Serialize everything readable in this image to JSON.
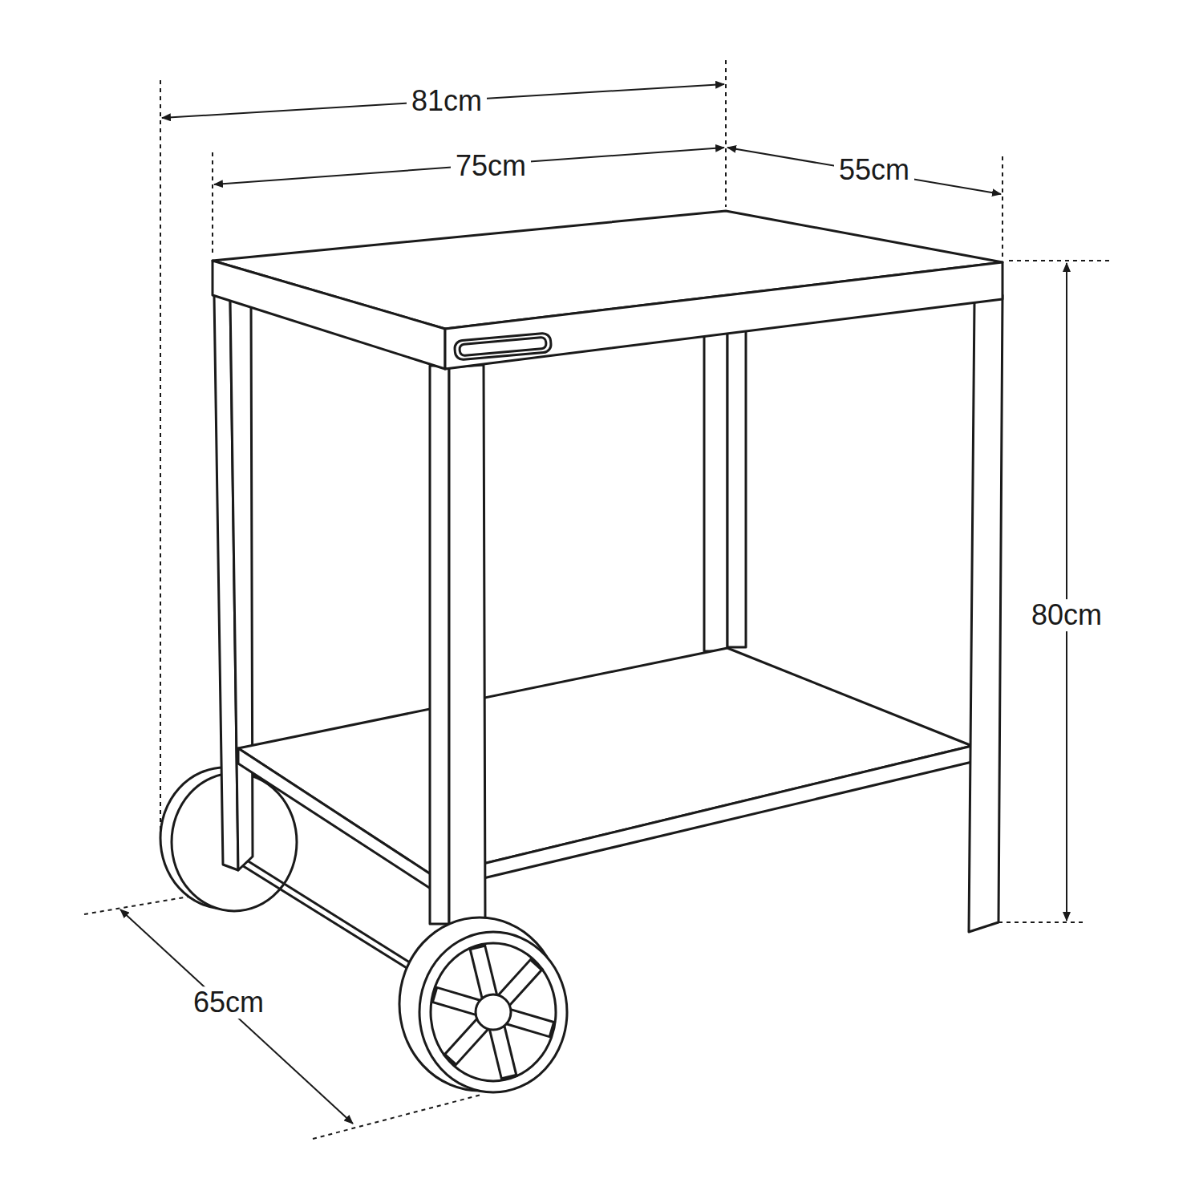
{
  "diagram": {
    "labels": [
      "81cm",
      "75cm",
      "55cm",
      "80cm",
      "65cm"
    ]
  }
}
